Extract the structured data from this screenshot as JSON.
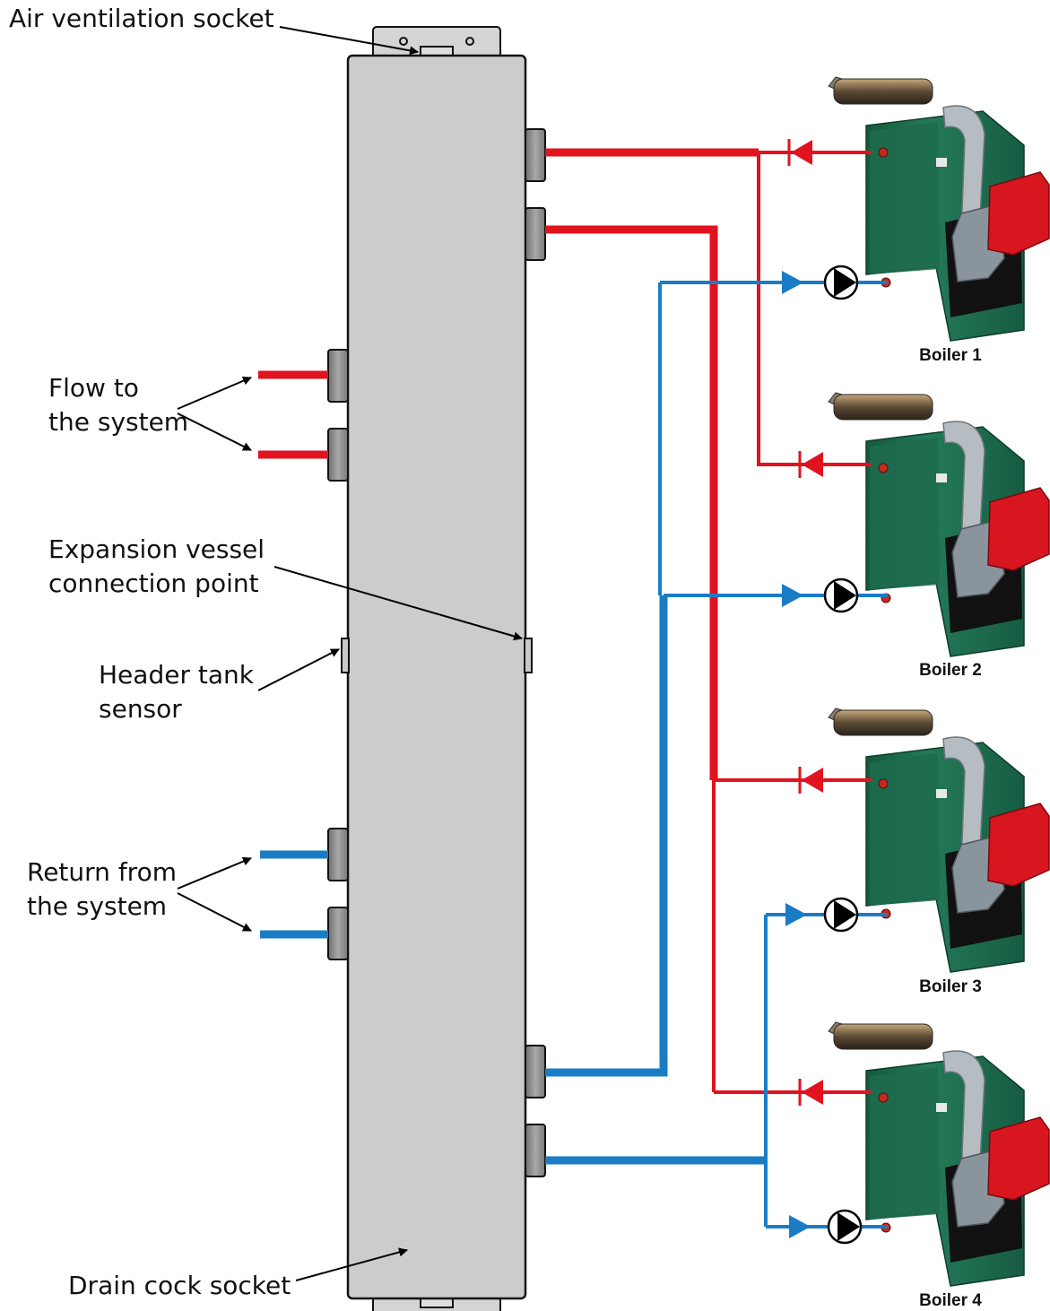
{
  "labels": {
    "air_ventilation_socket": "Air ventilation socket",
    "flow_line1": "Flow to",
    "flow_line2": "the system",
    "expansion_line1": "Expansion vessel",
    "expansion_line2": "connection point",
    "header_sensor_line1": "Header tank",
    "header_sensor_line2": "sensor",
    "return_line1": "Return from",
    "return_line2": "the system",
    "drain_cock_socket": "Drain cock socket"
  },
  "boilers": [
    {
      "label": "Boiler 1"
    },
    {
      "label": "Boiler 2"
    },
    {
      "label": "Boiler 3"
    },
    {
      "label": "Boiler 4"
    }
  ],
  "colors": {
    "flow_pipe": "#e0131e",
    "return_pipe": "#1b7cc6",
    "header_tank": "#cccccc",
    "boiler_body": "#1e6b4d",
    "burner": "#d8161f"
  }
}
